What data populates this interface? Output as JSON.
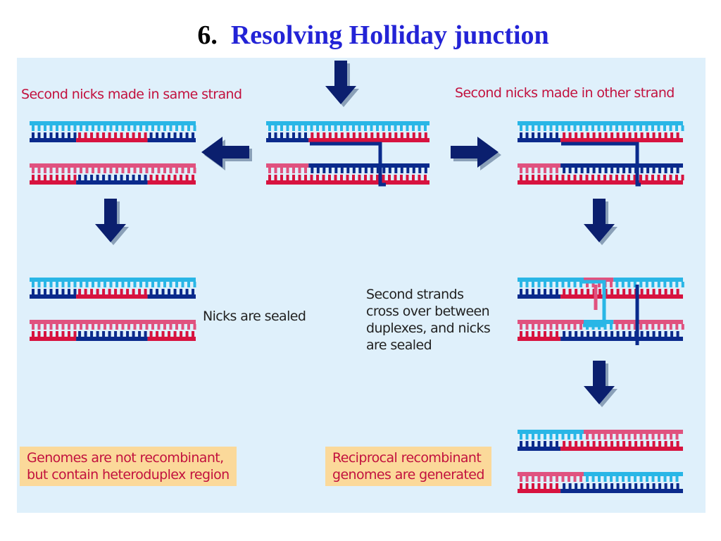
{
  "slide": {
    "title_number": "6.",
    "title_text": "Resolving Holliday junction"
  },
  "labels": {
    "left_heading": "Second nicks made in same strand",
    "right_heading": "Second nicks made in other strand",
    "nicks_sealed": "Nicks are sealed",
    "crossover_lines": [
      "Second strands",
      "cross over between",
      "duplexes, and nicks",
      "are sealed"
    ]
  },
  "boxes": {
    "left_result_lines": [
      "Genomes are not recombinant,",
      "but contain heteroduplex region"
    ],
    "right_result_lines": [
      "Reciprocal recombinant",
      "genomes are generated"
    ]
  },
  "colors": {
    "title_number": "#000000",
    "title_text": "#2323d6",
    "panel_background": "#dff0fb",
    "cyan_strand": "#29b6e6",
    "navy_strand": "#0a2a8c",
    "pink_strand": "#e0527f",
    "red_strand": "#d7133f",
    "arrow": "#0b1f6e",
    "result_box": "#fbd99a",
    "heading_text": "#c2113e"
  }
}
